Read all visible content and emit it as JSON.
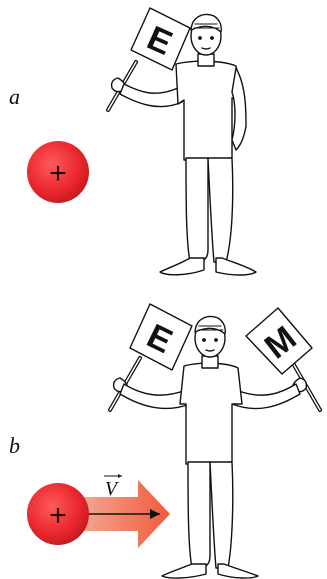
{
  "panels": {
    "a": {
      "label": "a",
      "sign_left": "E"
    },
    "b": {
      "label": "b",
      "sign_left": "E",
      "sign_right": "M",
      "velocity_label": "V"
    }
  },
  "charge": {
    "symbol": "+",
    "color": "#e8262b"
  },
  "arrow_color": "#ef6a4a"
}
